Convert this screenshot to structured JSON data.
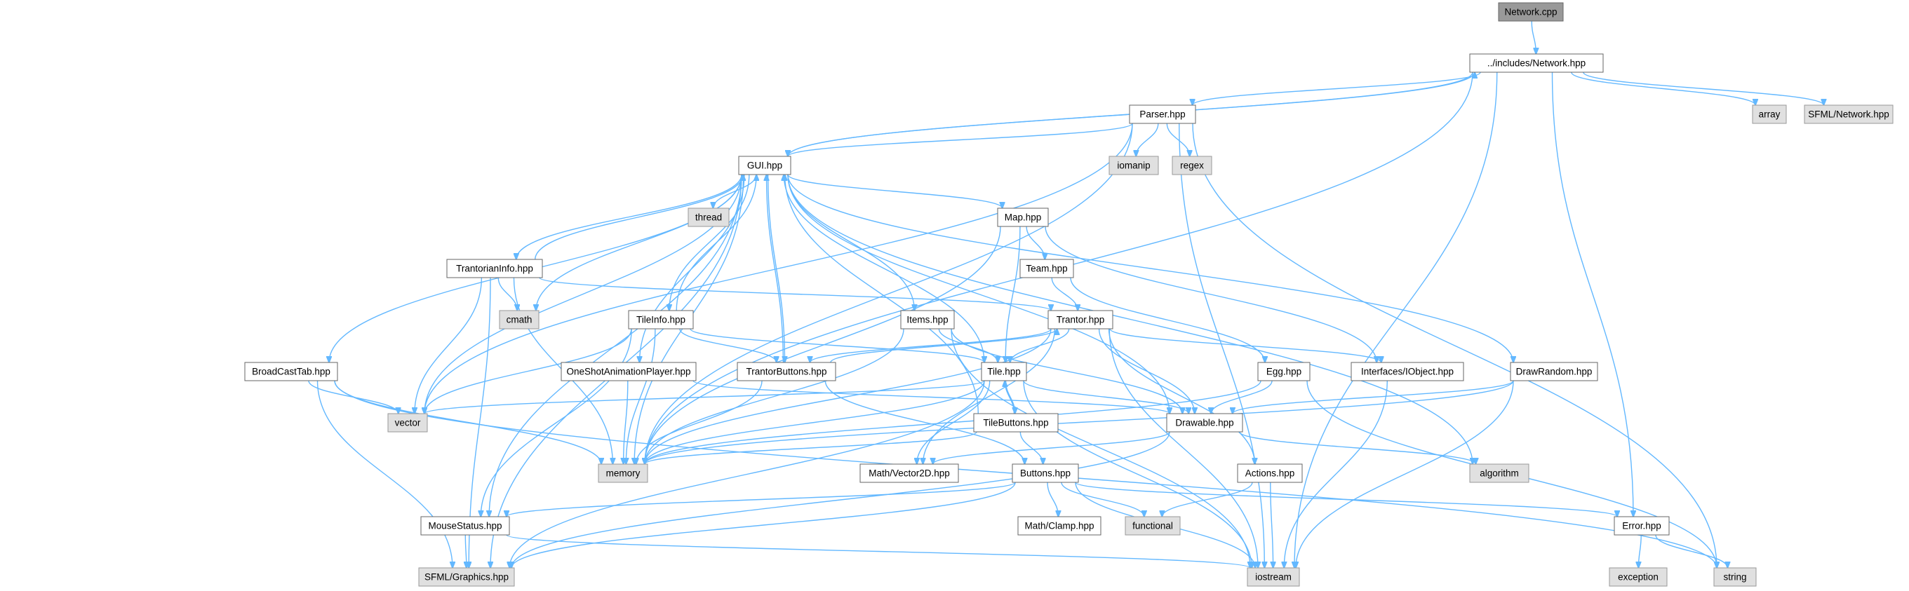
{
  "nodes": [
    {
      "id": "network_cpp",
      "label": "Network.cpp",
      "kind": "root"
    },
    {
      "id": "network_hpp",
      "label": "../includes/Network.hpp",
      "kind": "normal"
    },
    {
      "id": "array",
      "label": "array",
      "kind": "sys"
    },
    {
      "id": "sfml_network",
      "label": "SFML/Network.hpp",
      "kind": "sys"
    },
    {
      "id": "parser",
      "label": "Parser.hpp",
      "kind": "normal"
    },
    {
      "id": "iomanip",
      "label": "iomanip",
      "kind": "sys"
    },
    {
      "id": "regex",
      "label": "regex",
      "kind": "sys"
    },
    {
      "id": "gui",
      "label": "GUI.hpp",
      "kind": "normal"
    },
    {
      "id": "thread",
      "label": "thread",
      "kind": "sys"
    },
    {
      "id": "map",
      "label": "Map.hpp",
      "kind": "normal"
    },
    {
      "id": "team",
      "label": "Team.hpp",
      "kind": "normal"
    },
    {
      "id": "trantorianinfo",
      "label": "TrantorianInfo.hpp",
      "kind": "normal"
    },
    {
      "id": "cmath",
      "label": "cmath",
      "kind": "sys"
    },
    {
      "id": "tileinfo",
      "label": "TileInfo.hpp",
      "kind": "normal"
    },
    {
      "id": "items",
      "label": "Items.hpp",
      "kind": "normal"
    },
    {
      "id": "trantor",
      "label": "Trantor.hpp",
      "kind": "normal"
    },
    {
      "id": "broadcast",
      "label": "BroadCastTab.hpp",
      "kind": "normal"
    },
    {
      "id": "oneshot",
      "label": "OneShotAnimationPlayer.hpp",
      "kind": "normal"
    },
    {
      "id": "trantorbuttons",
      "label": "TrantorButtons.hpp",
      "kind": "normal"
    },
    {
      "id": "tile",
      "label": "Tile.hpp",
      "kind": "normal"
    },
    {
      "id": "egg",
      "label": "Egg.hpp",
      "kind": "normal"
    },
    {
      "id": "iobject",
      "label": "Interfaces/IObject.hpp",
      "kind": "normal"
    },
    {
      "id": "drawrandom",
      "label": "DrawRandom.hpp",
      "kind": "normal"
    },
    {
      "id": "vector",
      "label": "vector",
      "kind": "sys"
    },
    {
      "id": "tilebuttons",
      "label": "TileButtons.hpp",
      "kind": "normal"
    },
    {
      "id": "drawable",
      "label": "Drawable.hpp",
      "kind": "normal"
    },
    {
      "id": "memory",
      "label": "memory",
      "kind": "sys"
    },
    {
      "id": "vector2d",
      "label": "Math/Vector2D.hpp",
      "kind": "normal"
    },
    {
      "id": "buttons",
      "label": "Buttons.hpp",
      "kind": "normal"
    },
    {
      "id": "actions",
      "label": "Actions.hpp",
      "kind": "normal"
    },
    {
      "id": "algorithm",
      "label": "algorithm",
      "kind": "sys"
    },
    {
      "id": "mousestatus",
      "label": "MouseStatus.hpp",
      "kind": "normal"
    },
    {
      "id": "clamp",
      "label": "Math/Clamp.hpp",
      "kind": "normal"
    },
    {
      "id": "functional",
      "label": "functional",
      "kind": "sys"
    },
    {
      "id": "error",
      "label": "Error.hpp",
      "kind": "normal"
    },
    {
      "id": "sfml_graphics",
      "label": "SFML/Graphics.hpp",
      "kind": "sys"
    },
    {
      "id": "iostream",
      "label": "iostream",
      "kind": "sys"
    },
    {
      "id": "exception",
      "label": "exception",
      "kind": "sys"
    },
    {
      "id": "string",
      "label": "string",
      "kind": "sys"
    }
  ],
  "edges": [
    [
      "network_cpp",
      "network_hpp"
    ],
    [
      "network_hpp",
      "array"
    ],
    [
      "network_hpp",
      "sfml_network"
    ],
    [
      "network_hpp",
      "parser"
    ],
    [
      "network_hpp",
      "gui"
    ],
    [
      "network_hpp",
      "error"
    ],
    [
      "network_hpp",
      "iostream"
    ],
    [
      "network_hpp",
      "memory"
    ],
    [
      "parser",
      "iomanip"
    ],
    [
      "parser",
      "regex"
    ],
    [
      "parser",
      "gui"
    ],
    [
      "parser",
      "memory"
    ],
    [
      "parser",
      "string"
    ],
    [
      "parser",
      "iostream"
    ],
    [
      "parser",
      "vector"
    ],
    [
      "gui",
      "network_hpp"
    ],
    [
      "gui",
      "thread"
    ],
    [
      "gui",
      "map"
    ],
    [
      "gui",
      "trantorianinfo"
    ],
    [
      "gui",
      "cmath"
    ],
    [
      "gui",
      "tileinfo"
    ],
    [
      "gui",
      "items"
    ],
    [
      "gui",
      "broadcast"
    ],
    [
      "gui",
      "oneshot"
    ],
    [
      "gui",
      "trantorbuttons"
    ],
    [
      "gui",
      "drawrandom"
    ],
    [
      "gui",
      "algorithm"
    ],
    [
      "gui",
      "memory"
    ],
    [
      "gui",
      "vector"
    ],
    [
      "gui",
      "sfml_graphics"
    ],
    [
      "gui",
      "mousestatus"
    ],
    [
      "gui",
      "drawable"
    ],
    [
      "map",
      "team"
    ],
    [
      "map",
      "tile"
    ],
    [
      "map",
      "iobject"
    ],
    [
      "map",
      "memory"
    ],
    [
      "team",
      "trantor"
    ],
    [
      "team",
      "egg"
    ],
    [
      "trantorianinfo",
      "gui"
    ],
    [
      "trantorianinfo",
      "trantor"
    ],
    [
      "trantorianinfo",
      "cmath"
    ],
    [
      "trantorianinfo",
      "vector"
    ],
    [
      "trantorianinfo",
      "memory"
    ],
    [
      "trantorianinfo",
      "sfml_graphics"
    ],
    [
      "tileinfo",
      "gui"
    ],
    [
      "tileinfo",
      "tile"
    ],
    [
      "tileinfo",
      "trantorbuttons"
    ],
    [
      "tileinfo",
      "vector"
    ],
    [
      "tileinfo",
      "mousestatus"
    ],
    [
      "tileinfo",
      "memory"
    ],
    [
      "items",
      "tile"
    ],
    [
      "items",
      "drawable"
    ],
    [
      "items",
      "iostream"
    ],
    [
      "items",
      "memory"
    ],
    [
      "trantor",
      "tile"
    ],
    [
      "trantor",
      "drawable"
    ],
    [
      "trantor",
      "iobject"
    ],
    [
      "trantor",
      "actions"
    ],
    [
      "trantor",
      "trantorbuttons"
    ],
    [
      "trantor",
      "vector2d"
    ],
    [
      "trantor",
      "iostream"
    ],
    [
      "trantor",
      "memory"
    ],
    [
      "broadcast",
      "vector"
    ],
    [
      "broadcast",
      "memory"
    ],
    [
      "broadcast",
      "sfml_graphics"
    ],
    [
      "broadcast",
      "string"
    ],
    [
      "oneshot",
      "drawable"
    ],
    [
      "oneshot",
      "memory"
    ],
    [
      "trantorbuttons",
      "gui"
    ],
    [
      "trantorbuttons",
      "buttons"
    ],
    [
      "trantorbuttons",
      "trantor"
    ],
    [
      "trantorbuttons",
      "memory"
    ],
    [
      "tile",
      "gui"
    ],
    [
      "tile",
      "drawable"
    ],
    [
      "tile",
      "tilebuttons"
    ],
    [
      "tile",
      "vector2d"
    ],
    [
      "tile",
      "vector"
    ],
    [
      "tile",
      "memory"
    ],
    [
      "tile",
      "iostream"
    ],
    [
      "tile",
      "sfml_graphics"
    ],
    [
      "egg",
      "drawable"
    ],
    [
      "egg",
      "string"
    ],
    [
      "egg",
      "memory"
    ],
    [
      "iobject",
      "iostream"
    ],
    [
      "drawrandom",
      "drawable"
    ],
    [
      "drawrandom",
      "iostream"
    ],
    [
      "drawrandom",
      "memory"
    ],
    [
      "tilebuttons",
      "gui"
    ],
    [
      "tilebuttons",
      "tile"
    ],
    [
      "tilebuttons",
      "buttons"
    ],
    [
      "tilebuttons",
      "memory"
    ],
    [
      "drawable",
      "vector2d"
    ],
    [
      "drawable",
      "algorithm"
    ],
    [
      "drawable",
      "sfml_graphics"
    ],
    [
      "buttons",
      "mousestatus"
    ],
    [
      "buttons",
      "clamp"
    ],
    [
      "buttons",
      "functional"
    ],
    [
      "buttons",
      "error"
    ],
    [
      "buttons",
      "iostream"
    ],
    [
      "buttons",
      "sfml_graphics"
    ],
    [
      "actions",
      "functional"
    ],
    [
      "actions",
      "iostream"
    ],
    [
      "mousestatus",
      "sfml_graphics"
    ],
    [
      "mousestatus",
      "iostream"
    ],
    [
      "error",
      "exception"
    ],
    [
      "error",
      "string"
    ]
  ]
}
